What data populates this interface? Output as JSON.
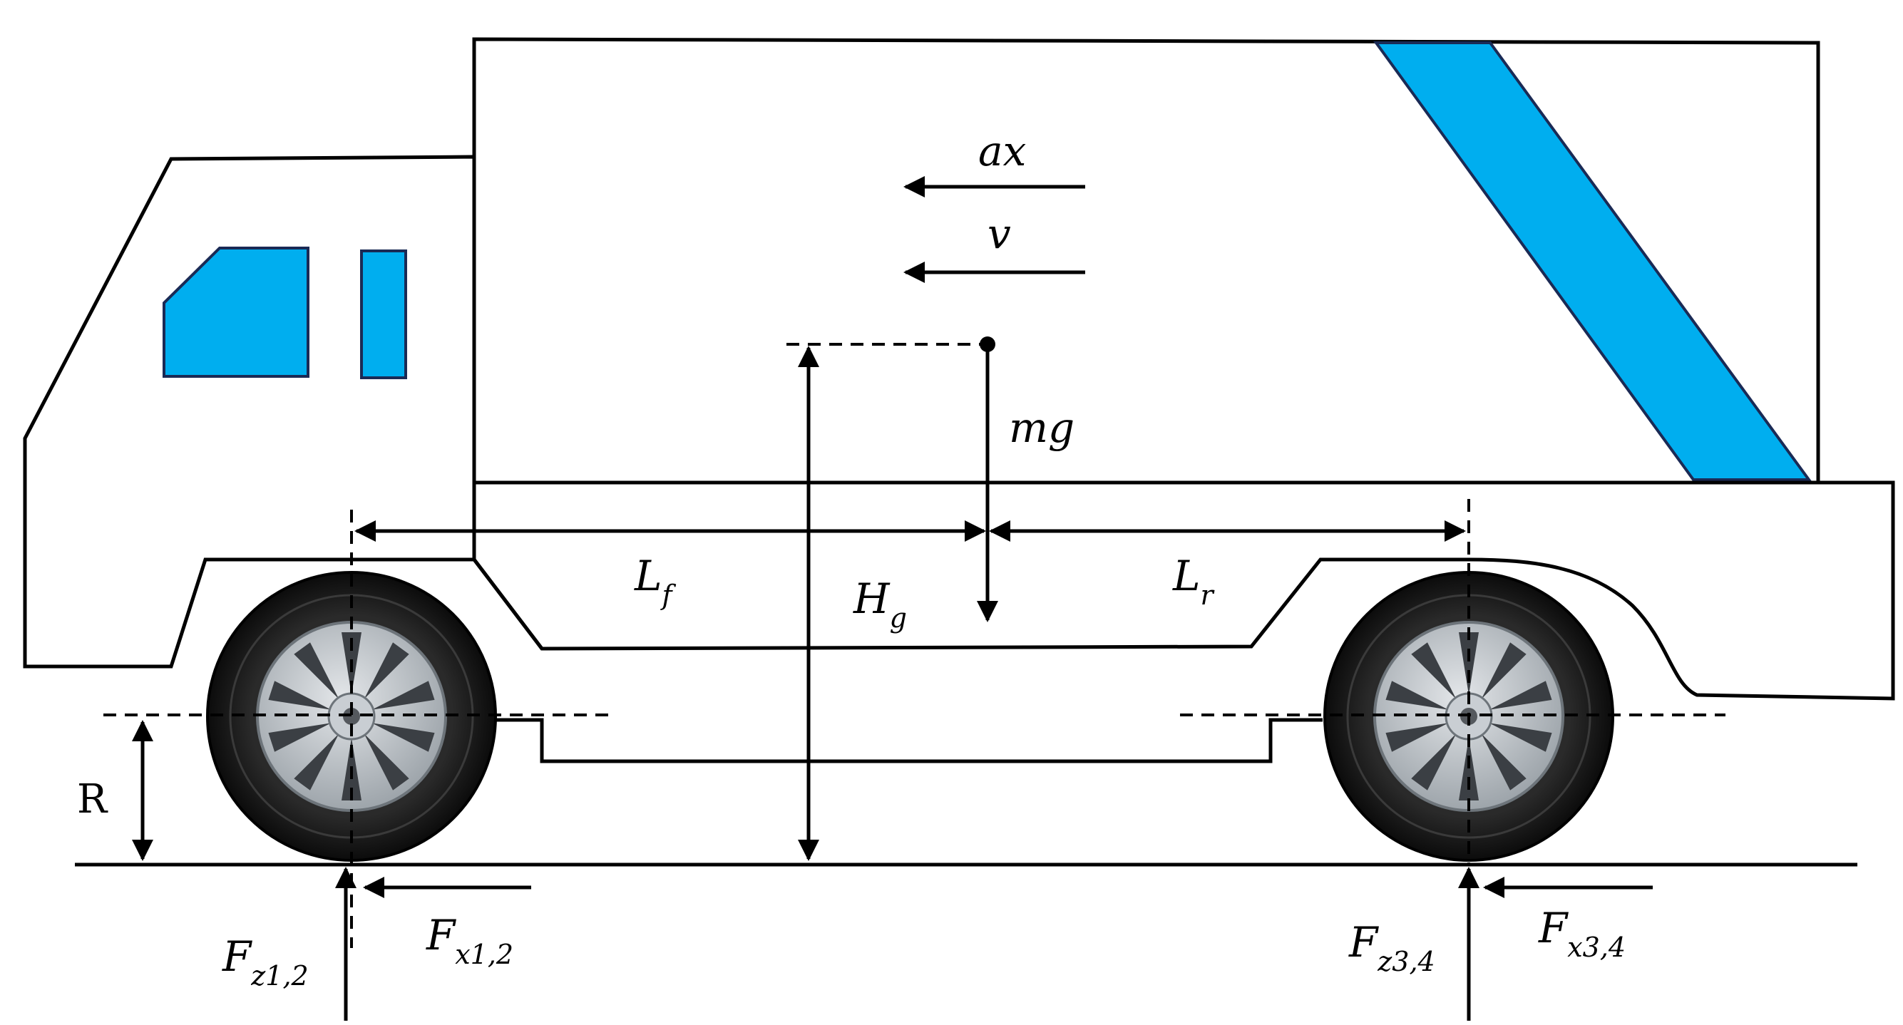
{
  "colors": {
    "body_outline": "#000000",
    "accent": "#00aeef",
    "tire": "#151515",
    "rim": "#b8bec4"
  },
  "labels": {
    "ax": "ax",
    "v": "v",
    "mg": "mg",
    "lf_main": "L",
    "lf_sub": "f",
    "lr_main": "L",
    "lr_sub": "r",
    "hg_main": "H",
    "hg_sub": "g",
    "r": "R",
    "fz12_main": "F",
    "fz12_sub": "z1,2",
    "fx12_main": "F",
    "fx12_sub": "x1,2",
    "fz34_main": "F",
    "fz34_sub": "z3,4",
    "fx34_main": "F",
    "fx34_sub": "x3,4"
  },
  "icons": [
    "front-wheel-icon",
    "rear-wheel-icon",
    "center-of-gravity-dot"
  ]
}
